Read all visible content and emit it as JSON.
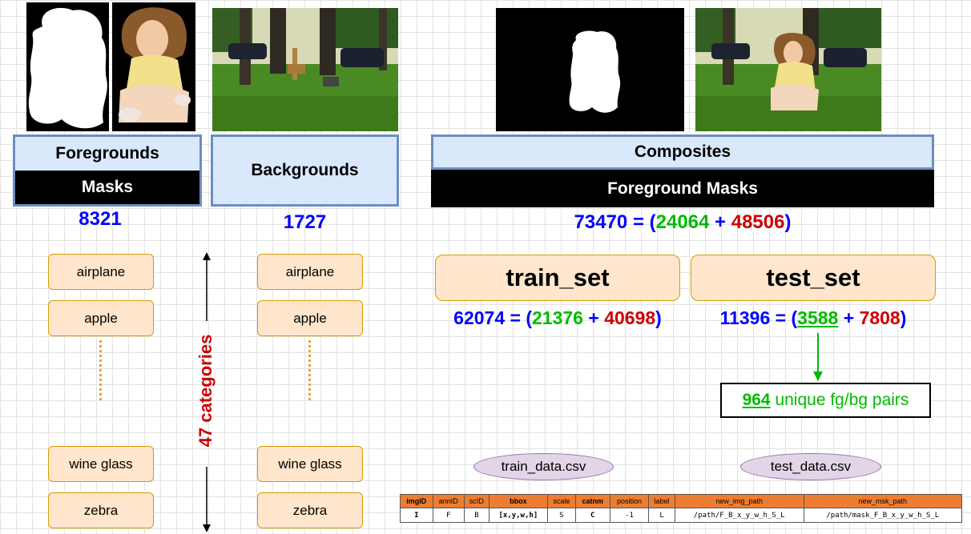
{
  "foreground": {
    "label_top": "Foregrounds",
    "label_bottom": "Masks",
    "count": "8321",
    "categories": [
      "airplane",
      "apple",
      "wine glass",
      "zebra"
    ]
  },
  "background": {
    "label": "Backgrounds",
    "count": "1727",
    "categories": [
      "airplane",
      "apple",
      "wine glass",
      "zebra"
    ]
  },
  "categories_label": "47 categories",
  "composites": {
    "label_top": "Composites",
    "label_bottom": "Foreground Masks",
    "total": "73470",
    "part_a": "24064",
    "part_b": "48506"
  },
  "train_set": {
    "label": "train_set",
    "total": "62074",
    "part_a": "21376",
    "part_b": "40698",
    "csv": "train_data.csv"
  },
  "test_set": {
    "label": "test_set",
    "total": "11396",
    "part_a": "3588",
    "part_b": "7808",
    "csv": "test_data.csv"
  },
  "pairs": {
    "count": "964",
    "text": "unique fg/bg pairs"
  },
  "symbols": {
    "eq": "=",
    "open": "(",
    "plus": "+",
    "close": ")"
  },
  "csv_table": {
    "headers": [
      "imgID",
      "annID",
      "scID",
      "bbox",
      "scale",
      "catnm",
      "position",
      "label",
      "new_img_path",
      "new_msk_path"
    ],
    "row": [
      "I",
      "F",
      "B",
      "[x,y,w,h]",
      "S",
      "C",
      "-1",
      "L",
      "/path/F_B_x_y_w_h_S_L",
      "/path/mask_F_B_x_y_w_h_S_L"
    ]
  },
  "colors": {
    "count_blue": "#0000ff",
    "green": "#00bb00",
    "red": "#cc0000",
    "box_blue": "#dae8fc",
    "box_orange": "#ffe6cc",
    "table_header": "#ed7d31"
  }
}
